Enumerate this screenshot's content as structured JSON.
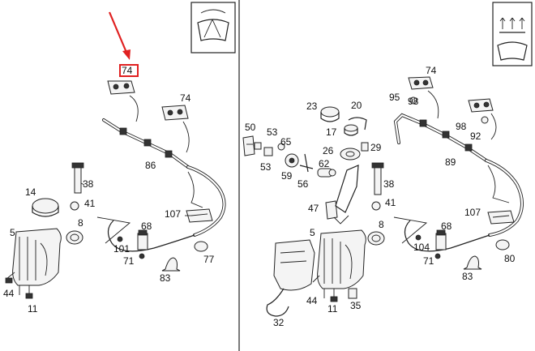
{
  "diagram": {
    "highlight_color": "#e02020",
    "icons": {
      "left": "windshield-wiper-icon",
      "right": "heated-windshield-washer-icon"
    },
    "left_panel": {
      "callouts": {
        "c74a": "74",
        "c74b": "74",
        "c86": "86",
        "c38": "38",
        "c14": "14",
        "c41": "41",
        "c8": "8",
        "c107": "107",
        "c5": "5",
        "c68": "68",
        "c101": "101",
        "c71": "71",
        "c77": "77",
        "c83": "83",
        "c44": "44",
        "c11": "11"
      }
    },
    "right_panel": {
      "callouts": {
        "c74": "74",
        "c95": "95",
        "c98a": "98",
        "c98b": "98",
        "c92": "92",
        "c89": "89",
        "c23": "23",
        "c20": "20",
        "c17": "17",
        "c29": "29",
        "c26": "26",
        "c50": "50",
        "c53a": "53",
        "c65": "65",
        "c53b": "53",
        "c59": "59",
        "c62": "62",
        "c56": "56",
        "c38": "38",
        "c41": "41",
        "c47": "47",
        "c8": "8",
        "c107": "107",
        "c5": "5",
        "c68": "68",
        "c104": "104",
        "c71": "71",
        "c80": "80",
        "c83": "83",
        "c44": "44",
        "c11": "11",
        "c35": "35",
        "c32": "32"
      }
    }
  }
}
